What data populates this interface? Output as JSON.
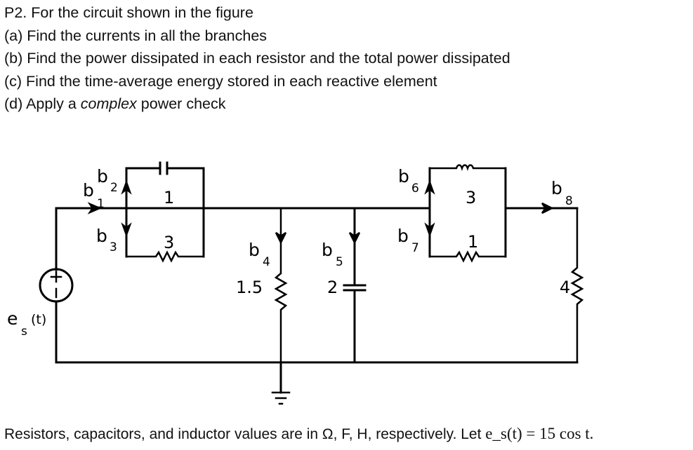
{
  "problem": {
    "title": "P2. For the circuit shown in the figure",
    "part_a": "(a) Find the currents in all the branches",
    "part_b": "(b) Find the power dissipated in each resistor and the total power dissipated",
    "part_c": "(c) Find the time-average energy stored in each reactive element",
    "part_d_prefix": "(d) Apply a ",
    "part_d_emph": "complex",
    "part_d_suffix": " power check"
  },
  "circuit": {
    "source_label": "e",
    "source_sub": "s",
    "source_arg": "(t)",
    "b1": {
      "letter": "b",
      "index": "1"
    },
    "b2": {
      "letter": "b",
      "index": "2",
      "value": "1"
    },
    "b3": {
      "letter": "b",
      "index": "3",
      "value": "3"
    },
    "b4": {
      "letter": "b",
      "index": "4",
      "value": "1.5"
    },
    "b5": {
      "letter": "b",
      "index": "5",
      "value": "2"
    },
    "b6": {
      "letter": "b",
      "index": "6",
      "value": "3"
    },
    "b7": {
      "letter": "b",
      "index": "7",
      "value": "1"
    },
    "b8": {
      "letter": "b",
      "index": "8",
      "value": "4"
    }
  },
  "footer": {
    "text": "Resistors, capacitors, and inductor values are in Ω, F, H, respectively. Let ",
    "math": "e_s(t) = 15 cos t."
  }
}
